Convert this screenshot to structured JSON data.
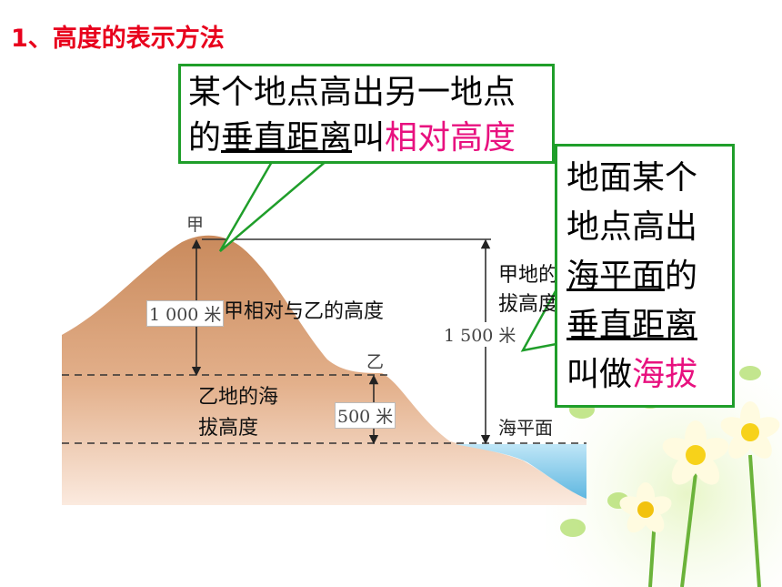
{
  "title": "1、高度的表示方法",
  "callouts": {
    "relative": {
      "part1": "某个地点高出另一地点的",
      "underlined": "垂直距离",
      "part2": "叫",
      "highlight": "相对高度"
    },
    "absolute": {
      "part1": "地面某个地点高出",
      "underlined1": "海平面",
      "part2": "的",
      "underlined2": "垂直距离",
      "part3": "叫做",
      "highlight": "海拔"
    }
  },
  "diagram": {
    "point_a": "甲",
    "point_b": "乙",
    "dist_1000": "1 000 米",
    "dist_500": "500 米",
    "dist_1500": "1 500 米",
    "relative_label": "甲相对与乙的高度",
    "b_altitude_line1": "乙地的海",
    "b_altitude_line2": "拔高度",
    "a_altitude_line1": "甲地的海",
    "a_altitude_line2": "拔高度",
    "sea_level": "海平面"
  },
  "colors": {
    "title": "#e8001c",
    "highlight": "#e8117f",
    "callout_border": "#1f9e2a",
    "mountain": "#d9a07a",
    "sea": "#8fd0ee"
  }
}
